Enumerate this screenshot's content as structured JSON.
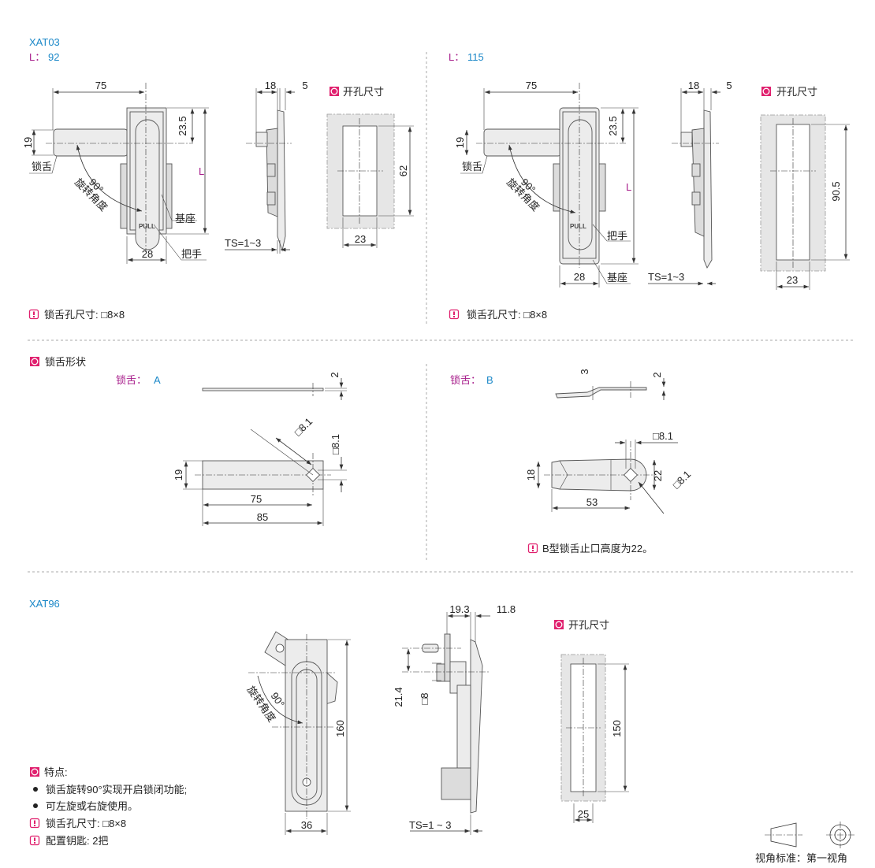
{
  "xat03": {
    "model": "XAT03",
    "variant_left": {
      "l_label": "L：",
      "l_value": "92",
      "dim_tongue_len": "75",
      "dim_top": "23.5",
      "dim_l": "L",
      "dim_tongue_w": "19",
      "dim_width": "28",
      "label_tongue": "锁舌",
      "label_angle": "90°",
      "label_rotation": "旋转角度",
      "label_base": "基座",
      "label_handle": "把手",
      "pull": "PULL",
      "side_dim_a": "18",
      "side_dim_b": "5",
      "ts": "TS=1~3",
      "cutout_title": "开孔尺寸",
      "cutout_h": "62",
      "cutout_w": "23",
      "note": "锁舌孔尺寸: □8×8"
    },
    "variant_right": {
      "l_label": "L：",
      "l_value": "115",
      "dim_tongue_len": "75",
      "dim_top": "23.5",
      "dim_l": "L",
      "dim_tongue_w": "19",
      "dim_width": "28",
      "label_tongue": "锁舌",
      "label_angle": "90°",
      "label_rotation": "旋转角度",
      "label_base": "基座",
      "label_handle": "把手",
      "pull": "PULL",
      "side_dim_a": "18",
      "side_dim_b": "5",
      "ts": "TS=1~3",
      "cutout_title": "开孔尺寸",
      "cutout_h": "90.5",
      "cutout_w": "23",
      "note": "锁舌孔尺寸: □8×8"
    }
  },
  "tongue_shape": {
    "title": "锁舌形状",
    "a": {
      "label": "锁舌：",
      "type": "A",
      "thick": "2",
      "sq_diag": "□8.1",
      "sq_vert": "□8.1",
      "w": "19",
      "len1": "75",
      "len2": "85"
    },
    "b": {
      "label": "锁舌：",
      "type": "B",
      "thick1": "3",
      "thick2": "2",
      "sq_top": "□8.1",
      "w": "18",
      "h": "22",
      "len": "53",
      "sq_diag": "□8.1",
      "note": "B型锁舌止口高度为22。"
    }
  },
  "xat96": {
    "model": "XAT96",
    "dim_len": "160",
    "dim_width": "36",
    "label_angle": "90°",
    "label_rotation": "旋转角度",
    "side_dim_a": "19.3",
    "side_dim_b": "11.8",
    "side_dim_h": "21.4",
    "side_sq": "□8",
    "ts": "TS=1 ~ 3",
    "cutout_title": "开孔尺寸",
    "cutout_h": "150",
    "cutout_w": "25",
    "features_title": "特点:",
    "features": [
      "锁舌旋转90°实现开启锁闭功能;",
      "可左旋或右旋使用。"
    ],
    "notes": [
      "锁舌孔尺寸: □8×8",
      "配置钥匙: 2把"
    ]
  },
  "projection": {
    "label": "视角标准：第一视角"
  },
  "colors": {
    "model": "#1b88c8",
    "accent": "#e0206e",
    "l_label": "#a8208c"
  }
}
